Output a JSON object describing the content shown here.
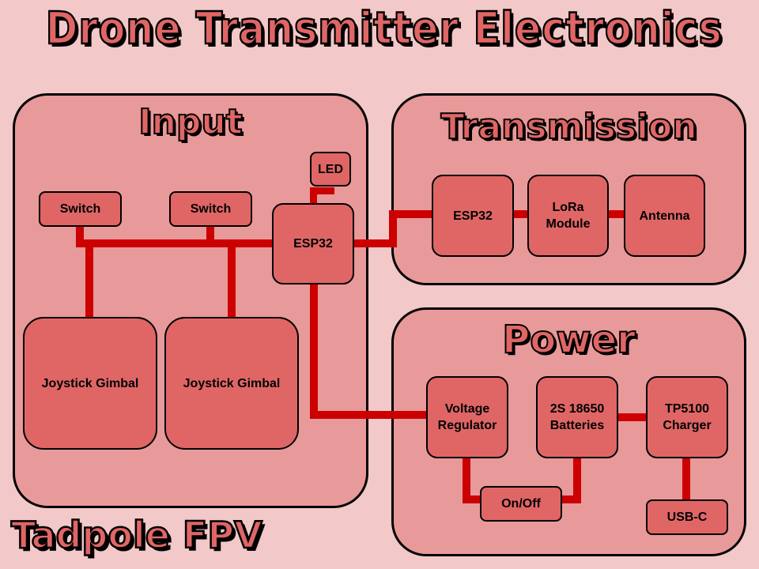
{
  "title": "Drone Transmitter Electronics",
  "brand": "Tadpole FPV",
  "colors": {
    "background": "#f2c8c8",
    "panel": "#e89999",
    "box": "#e06666",
    "wire": "#cc0000",
    "outline": "#000000"
  },
  "input": {
    "title": "Input",
    "led": "LED",
    "switch_1": "Switch",
    "switch_2": "Switch",
    "esp32": "ESP32",
    "joystick_1": "Joystick Gimbal",
    "joystick_2": "Joystick Gimbal"
  },
  "transmission": {
    "title": "Transmission",
    "esp32": "ESP32",
    "lora": "LoRa\nModule",
    "antenna": "Antenna"
  },
  "power": {
    "title": "Power",
    "regulator": "Voltage\nRegulator",
    "batteries": "2S 18650\nBatteries",
    "charger": "TP5100\nCharger",
    "on_off": "On/Off",
    "usb_c": "USB-C"
  }
}
